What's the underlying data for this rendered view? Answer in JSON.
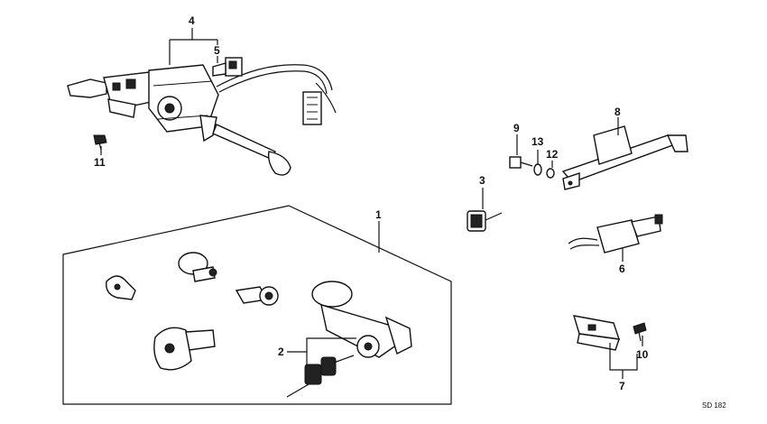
{
  "diagram": {
    "callouts": {
      "c1": "1",
      "c2": "2",
      "c3": "3",
      "c4": "4",
      "c5": "5",
      "c6": "6",
      "c7": "7",
      "c8": "8",
      "c9": "9",
      "c10": "10",
      "c11": "11",
      "c12": "12",
      "c13": "13"
    },
    "drawing_code": "SD 182"
  }
}
